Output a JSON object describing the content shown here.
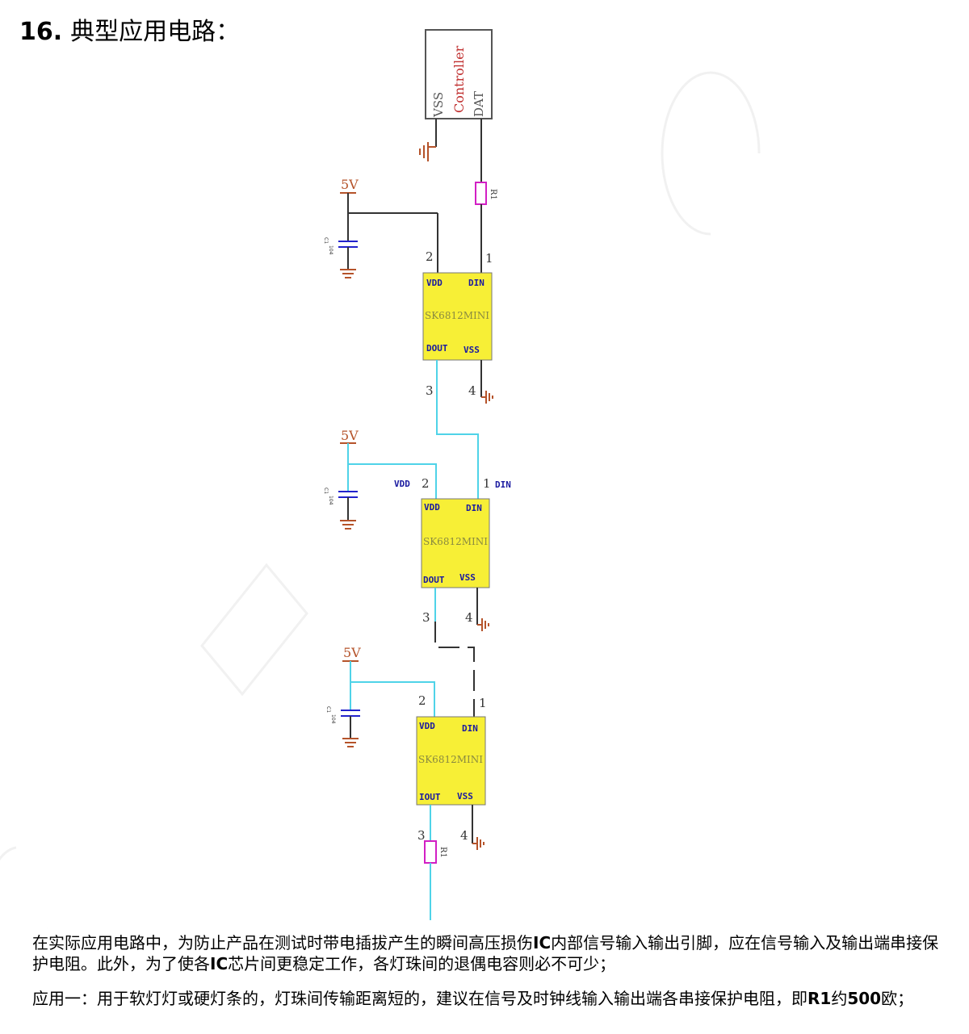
{
  "heading": {
    "number": "16.",
    "title": "典型应用电路："
  },
  "circuit": {
    "controller": {
      "title": "Controller",
      "pin_vss": "VSS",
      "pin_dat": "DAT"
    },
    "resistor_label": "R1",
    "supply_label": "5V",
    "cap_label_top": "C1",
    "cap_label_bottom": "104",
    "chip": {
      "name": "SK6812MINI",
      "vdd": "VDD",
      "din": "DIN",
      "vss": "VSS",
      "dout": "DOUT",
      "dout_last": "IOUT"
    },
    "pins": {
      "p1": "1",
      "p2": "2",
      "p3": "3",
      "p4": "4"
    },
    "ext_vdd": "VDD",
    "ext_din": "DIN",
    "colors": {
      "chip": "#f7ef36",
      "wire_data": "#4fd3e8",
      "wire": "#222222",
      "power": "#b5532a",
      "cap": "#2222cc",
      "resistor": "#d21fc4"
    }
  },
  "paragraph1": {
    "t1": "在实际应用电路中，为防止产品在测试时带电插拔产生的瞬间高压损伤",
    "b1": "IC",
    "t2": "内部信号输入输出引脚，应在信号输入及输出端串接保护电阻。此外，为了使各",
    "b2": "IC",
    "t3": "芯片间更稳定工作，各灯珠间的退偶电容则必不可少；"
  },
  "paragraph2": {
    "t1": "应用一：用于软灯灯或硬灯条的，灯珠间传输距离短的，建议在信号及时钟线输入输出端各串接保护电阻，即",
    "b1": "R1",
    "t2": "约",
    "b2": "500",
    "t3": "欧；"
  }
}
